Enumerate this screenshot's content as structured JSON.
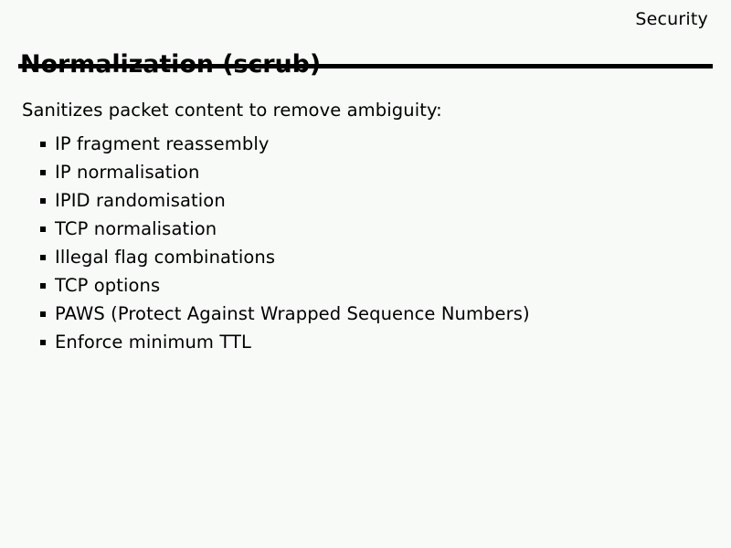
{
  "slide": {
    "header": "Security",
    "title": "Normalization (scrub)",
    "intro": "Sanitizes packet content to remove ambiguity:",
    "bullet_marker_icon": "square-bullet-icon",
    "bullets": [
      {
        "label": "IP fragment reassembly"
      },
      {
        "label": "IP normalisation"
      },
      {
        "label": "IPID randomisation"
      },
      {
        "label": "TCP normalisation"
      },
      {
        "label": "Illegal flag combinations"
      },
      {
        "label": "TCP options"
      },
      {
        "label": "PAWS (Protect Against Wrapped Sequence Numbers)"
      },
      {
        "label": "Enforce minimum TTL"
      }
    ],
    "colors": {
      "background": "#f7faf7",
      "text": "#000000",
      "rule": "#000000"
    }
  }
}
